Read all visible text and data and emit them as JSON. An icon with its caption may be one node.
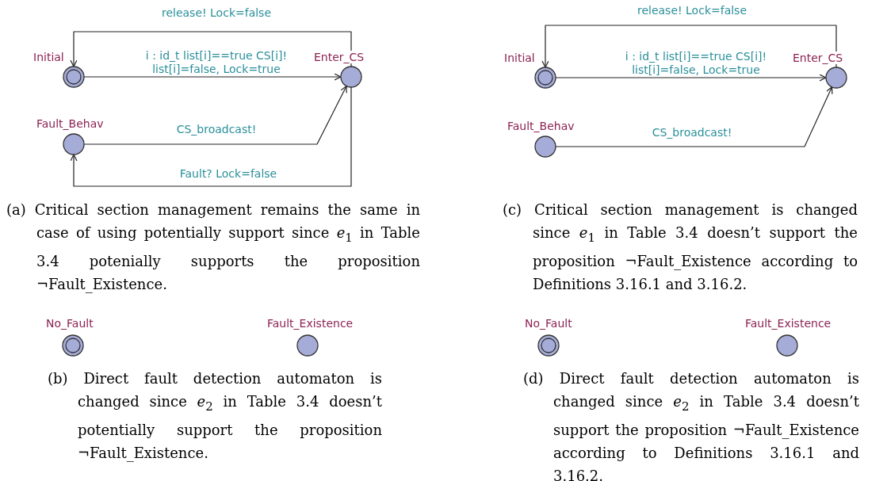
{
  "diagram": {
    "nodes": [
      {
        "text": [
          "Initial"
        ]
      },
      {
        "text": [
          "Enter_CS"
        ]
      },
      {
        "text": [
          "Fault_Behav"
        ]
      },
      {
        "text": [
          "Initial"
        ]
      },
      {
        "text": [
          "Enter_CS"
        ]
      },
      {
        "text": [
          "Fault_Behav"
        ]
      },
      {
        "text": [
          "No_Fault"
        ]
      },
      {
        "text": [
          "Fault_Existence"
        ]
      },
      {
        "text": [
          "No_Fault"
        ]
      },
      {
        "text": [
          "Fault_Existence"
        ]
      }
    ],
    "edges": [
      {
        "from": 1,
        "to": 0,
        "arrow": "to",
        "label": "release! Lock=false"
      },
      {
        "from": 0,
        "to": 1,
        "arrow": "to",
        "label": "i : id_t list[i]==true CS[i]! list[i]=false, Lock=true"
      },
      {
        "from": 2,
        "to": 1,
        "arrow": "to",
        "label": "CS_broadcast!"
      },
      {
        "from": 1,
        "to": 2,
        "arrow": "to",
        "label": "Fault? Lock=false"
      },
      {
        "from": 4,
        "to": 3,
        "arrow": "to",
        "label": "release! Lock=false"
      },
      {
        "from": 3,
        "to": 4,
        "arrow": "to",
        "label": "i : id_t list[i]==true CS[i]! list[i]=false, Lock=true"
      },
      {
        "from": 5,
        "to": 4,
        "arrow": "to",
        "label": "CS_broadcast!"
      }
    ],
    "labels": [
      "(a) Critical section management remains the same in case of using potentially support since *e*$_{1}$ in Table 3.4 potenially supports the proposition ¬Fault_Existence.",
      "(c) Critical section management is changed since *e*$_{1}$ in Table 3.4 doesn’t support the proposition ¬Fault_Existence according to Definitions 3.16.1 and 3.16.2.",
      "(b) Direct fault detection automaton is changed since *e*$_{2}$ in Table 3.4 doesn’t potentially support the proposition ¬Fault_Existence.",
      "(d) Direct fault detection automaton is changed since *e*$_{2}$ in Table 3.4 doesn’t support the proposition ¬Fault_Existence according to Definitions 3.16.1 and 3.16.2."
    ]
  }
}
